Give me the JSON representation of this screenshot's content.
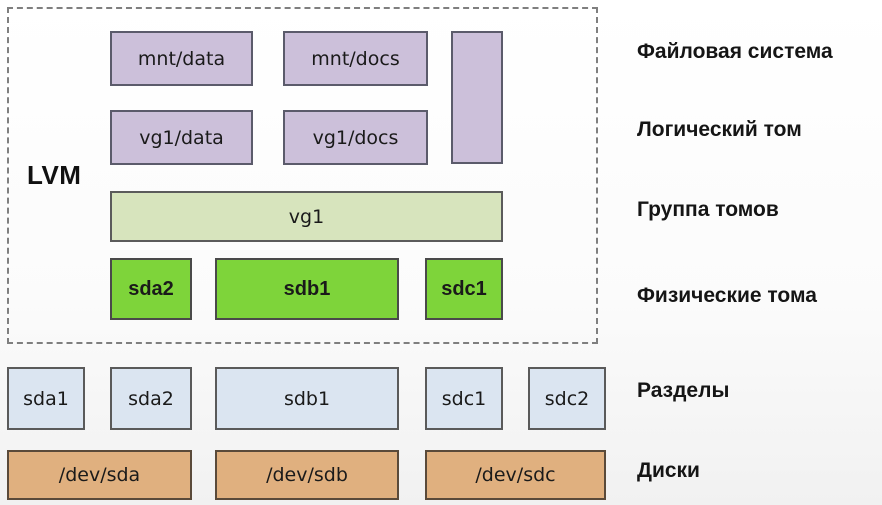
{
  "lvm_label": "LVM",
  "filesystems": [
    "mnt/data",
    "mnt/docs"
  ],
  "logical_volumes": [
    "vg1/data",
    "vg1/docs"
  ],
  "volume_group": "vg1",
  "physical_volumes": [
    "sda2",
    "sdb1",
    "sdc1"
  ],
  "partitions": [
    "sda1",
    "sda2",
    "sdb1",
    "sdc1",
    "sdc2"
  ],
  "disks": [
    "/dev/sda",
    "/dev/sdb",
    "/dev/sdc"
  ],
  "layers": {
    "filesystem": "Файловая система",
    "logical_volume": "Логический том",
    "volume_group": "Группа томов",
    "physical_volumes": "Физические тома",
    "partitions": "Разделы",
    "disks": "Диски"
  },
  "colors": {
    "filesystem": "#ccc0da",
    "logical_volume": "#ccc0da",
    "volume_group": "#d7e4bd",
    "physical_volume": "#7ed43a",
    "partition": "#dbe5f1",
    "disk": "#e0b07f"
  }
}
